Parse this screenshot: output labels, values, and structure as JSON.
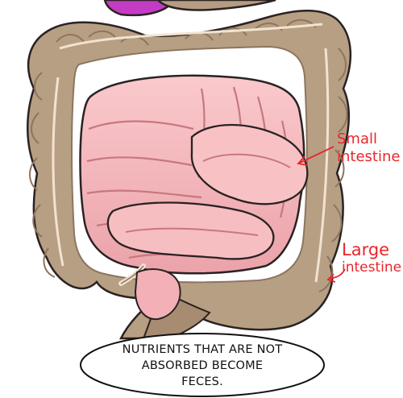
{
  "labels": {
    "small_line1": "Small",
    "small_line2": "intestine",
    "large_line1": "Large",
    "large_line2": "intestine"
  },
  "caption": {
    "line1": "NUTRIENTS THAT ARE NOT",
    "line2": "ABSORBED BECOME",
    "line3": "FECES."
  },
  "colors": {
    "large_intestine": "#b79f84",
    "large_intestine_shadow": "#8d7560",
    "small_intestine": "#f5b8bc",
    "small_intestine_shadow": "#d88b94",
    "stomach_purple": "#c43bc4",
    "label_red": "#e8262b",
    "outline": "#2a2222"
  }
}
